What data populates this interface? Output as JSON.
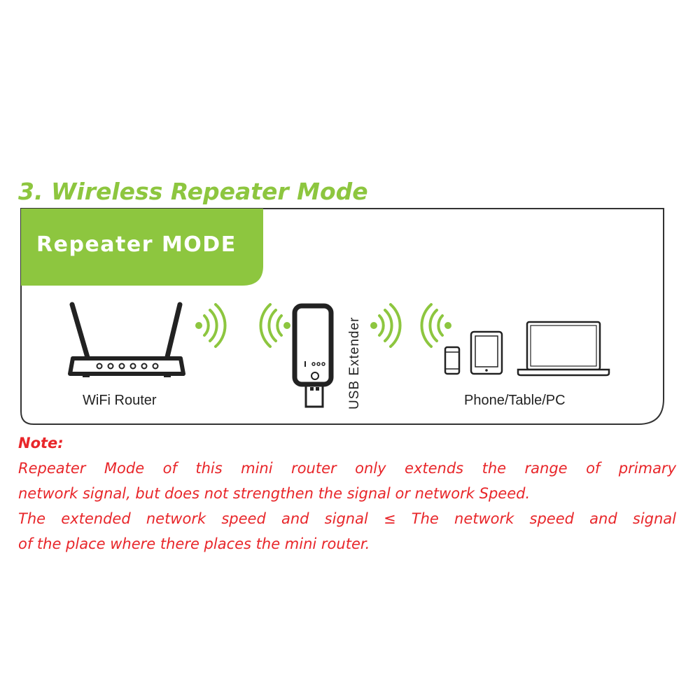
{
  "title": "3. Wireless Repeater Mode",
  "badge": "Repeater MODE",
  "labels": {
    "router": "WiFi Router",
    "extender": "USB Extender",
    "devices": "Phone/Table/PC"
  },
  "note": {
    "heading": "Note:",
    "lines": [
      "Repeater Mode of this mini router only extends the range of primary",
      "network signal, but does not strengthen the signal or network Speed.",
      "The extended network speed and signal  ≤  The network speed and signal",
      "of the place where there places the mini router."
    ]
  },
  "colors": {
    "green": "#8dc63f",
    "red": "#e8262a",
    "frame": "#333333"
  },
  "icons": [
    "wifi-router-icon",
    "wifi-signal-icon",
    "usb-extender-icon",
    "phone-icon",
    "tablet-icon",
    "laptop-icon"
  ]
}
